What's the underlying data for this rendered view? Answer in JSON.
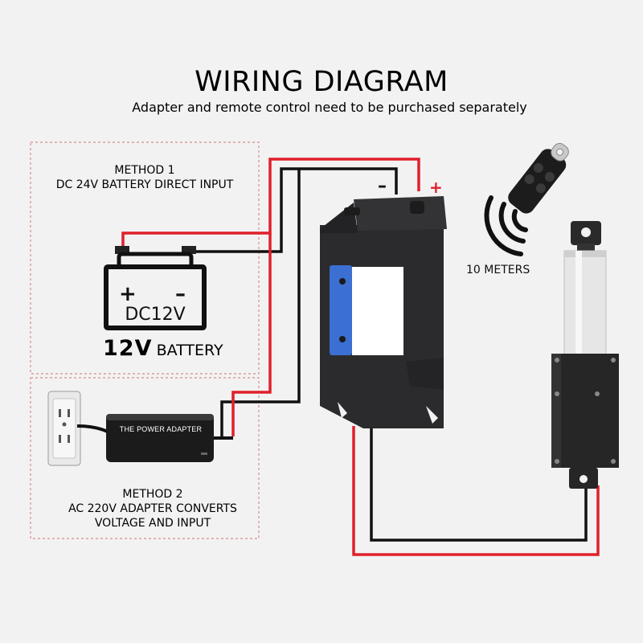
{
  "title": "WIRING DIAGRAM",
  "subtitle": "Adapter and remote control need to be purchased separately",
  "method1": {
    "line1": "METHOD 1",
    "line2": "DC 24V BATTERY DIRECT INPUT"
  },
  "method2": {
    "line1": "METHOD 2",
    "line2": "AC 220V ADAPTER CONVERTS",
    "line3": "VOLTAGE AND INPUT"
  },
  "battery": {
    "plus": "+",
    "minus": "–",
    "model": "DC12V",
    "voltage": "12V",
    "word": "BATTERY"
  },
  "adapter": {
    "label": "THE POWER ADAPTER"
  },
  "controller": {
    "negative": "–",
    "positive": "+"
  },
  "remote": {
    "range": "10 METERS"
  },
  "colors": {
    "positive_wire": "#e0202a",
    "negative_wire": "#111111",
    "frame": "#d98d8d",
    "controller_body": "#2a2a2c",
    "controller_accent": "#3b6fd1"
  }
}
